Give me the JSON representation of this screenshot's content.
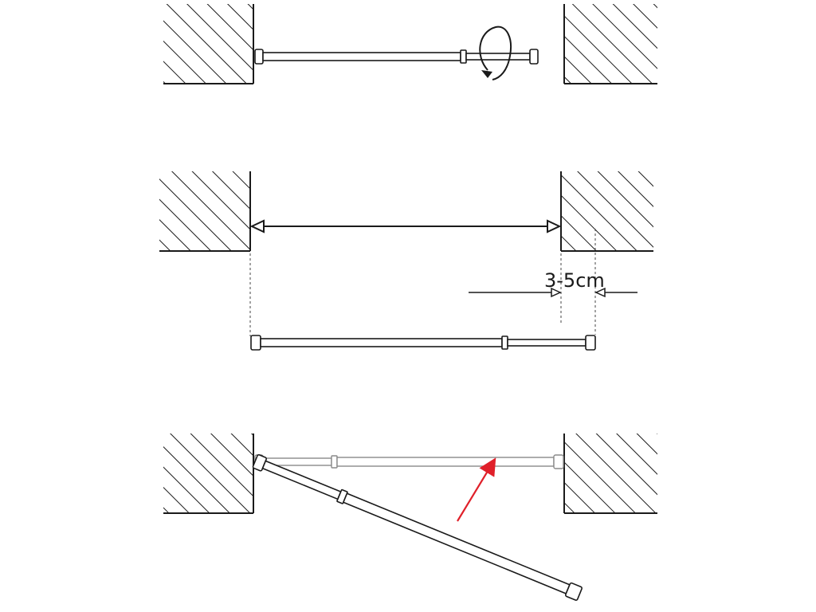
{
  "diagram": {
    "steps": [
      {
        "id": "step-1-twist-to-extend"
      },
      {
        "id": "step-2-measure-and-oversize"
      },
      {
        "id": "step-3-insert-and-raise"
      }
    ],
    "gap_label": "3-5cm",
    "colors": {
      "line": "#1a1a1a",
      "hatch": "#1a1a1a",
      "arrow_red": "#e0202a",
      "background": "#ffffff"
    }
  }
}
